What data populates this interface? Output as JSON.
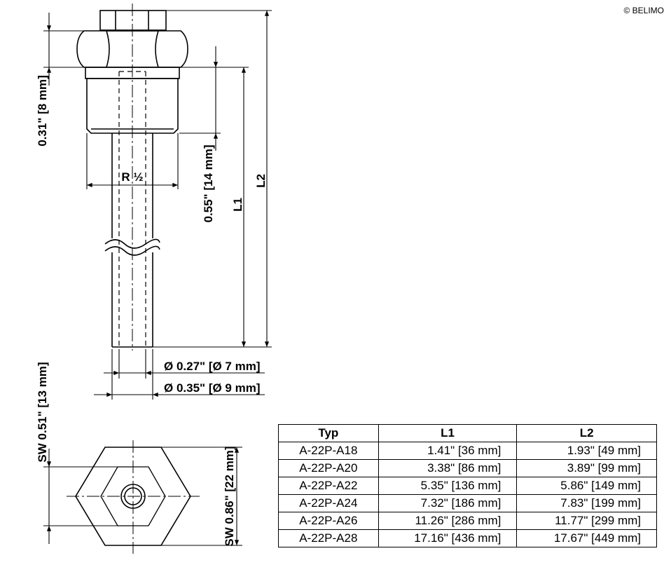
{
  "copyright": "© BELIMO",
  "dimensions": {
    "d_inner": "Ø 0.27\" [Ø 7 mm]",
    "d_outer": "Ø 0.35\" [Ø 9 mm]",
    "thread": "R ½",
    "nut_height": "0.31\" [8 mm]",
    "thread_length": "0.55\" [14 mm]",
    "l1": "L1",
    "l2": "L2",
    "sw_small": "SW 0.51\" [13 mm]",
    "sw_large": "SW 0.86\" [22 mm]"
  },
  "table": {
    "headers": [
      "Typ",
      "L1",
      "L2"
    ],
    "rows": [
      [
        "A-22P-A18",
        "1.41\" [36 mm]",
        "1.93\" [49 mm]"
      ],
      [
        "A-22P-A20",
        "3.38\" [86 mm]",
        "3.89\" [99 mm]"
      ],
      [
        "A-22P-A22",
        "5.35\" [136 mm]",
        "5.86\" [149 mm]"
      ],
      [
        "A-22P-A24",
        "7.32\" [186 mm]",
        "7.83\" [199 mm]"
      ],
      [
        "A-22P-A26",
        "11.26\" [286 mm]",
        "11.77\" [299 mm]"
      ],
      [
        "A-22P-A28",
        "17.16\" [436 mm]",
        "17.67\" [449 mm]"
      ]
    ]
  }
}
